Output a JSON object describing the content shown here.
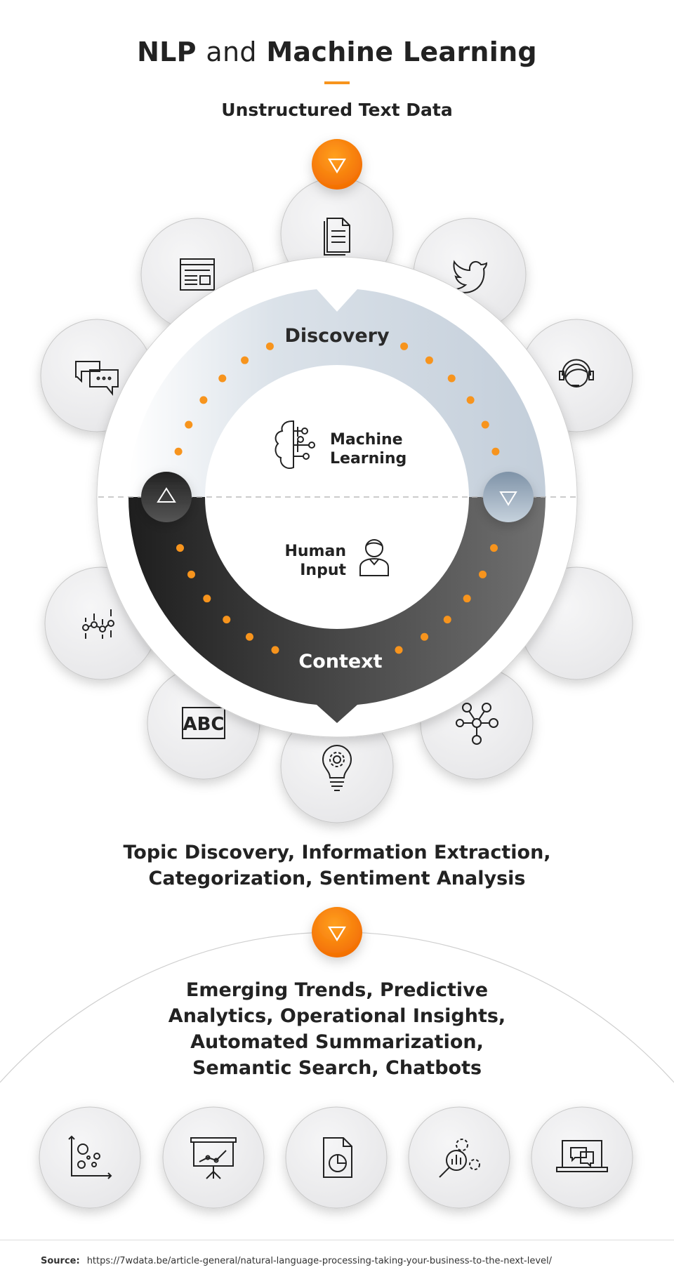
{
  "header": {
    "title_bold_1": "NLP",
    "title_light": "and",
    "title_bold_2": "Machine Learning",
    "subtitle": "Unstructured Text Data"
  },
  "cycle": {
    "top_label": "Discovery",
    "bottom_label": "Context",
    "center_top": [
      "Machine",
      "Learning"
    ],
    "center_bottom": [
      "Human",
      "Input"
    ],
    "source_icons": [
      "document-icon",
      "newspaper-icon",
      "twitter-icon",
      "chat-bubbles-icon",
      "headset-icon",
      "data-points-icon",
      "empty-circle",
      "abc-text-icon",
      "network-nodes-icon",
      "lightbulb-gear-icon"
    ]
  },
  "outputs": {
    "lines": [
      "Topic Discovery, Information Extraction,",
      "Categorization, Sentiment Analysis"
    ]
  },
  "results": {
    "lines": [
      "Emerging Trends, Predictive",
      "Analytics, Operational Insights,",
      "Automated Summarization,",
      "Semantic Search, Chatbots"
    ],
    "icons": [
      "scatter-chart-icon",
      "presentation-chart-icon",
      "pie-report-icon",
      "analytics-gears-icon",
      "laptop-chat-icon"
    ]
  },
  "footer": {
    "source_label": "Source:",
    "source_url": "https://7wdata.be/article-general/natural-language-processing-taking-your-business-to-the-next-level/"
  },
  "colors": {
    "accent": "#f7941d",
    "discovery": "#c9d3dd",
    "context": "#2a2a2a",
    "bubble": "#eeeeef"
  }
}
